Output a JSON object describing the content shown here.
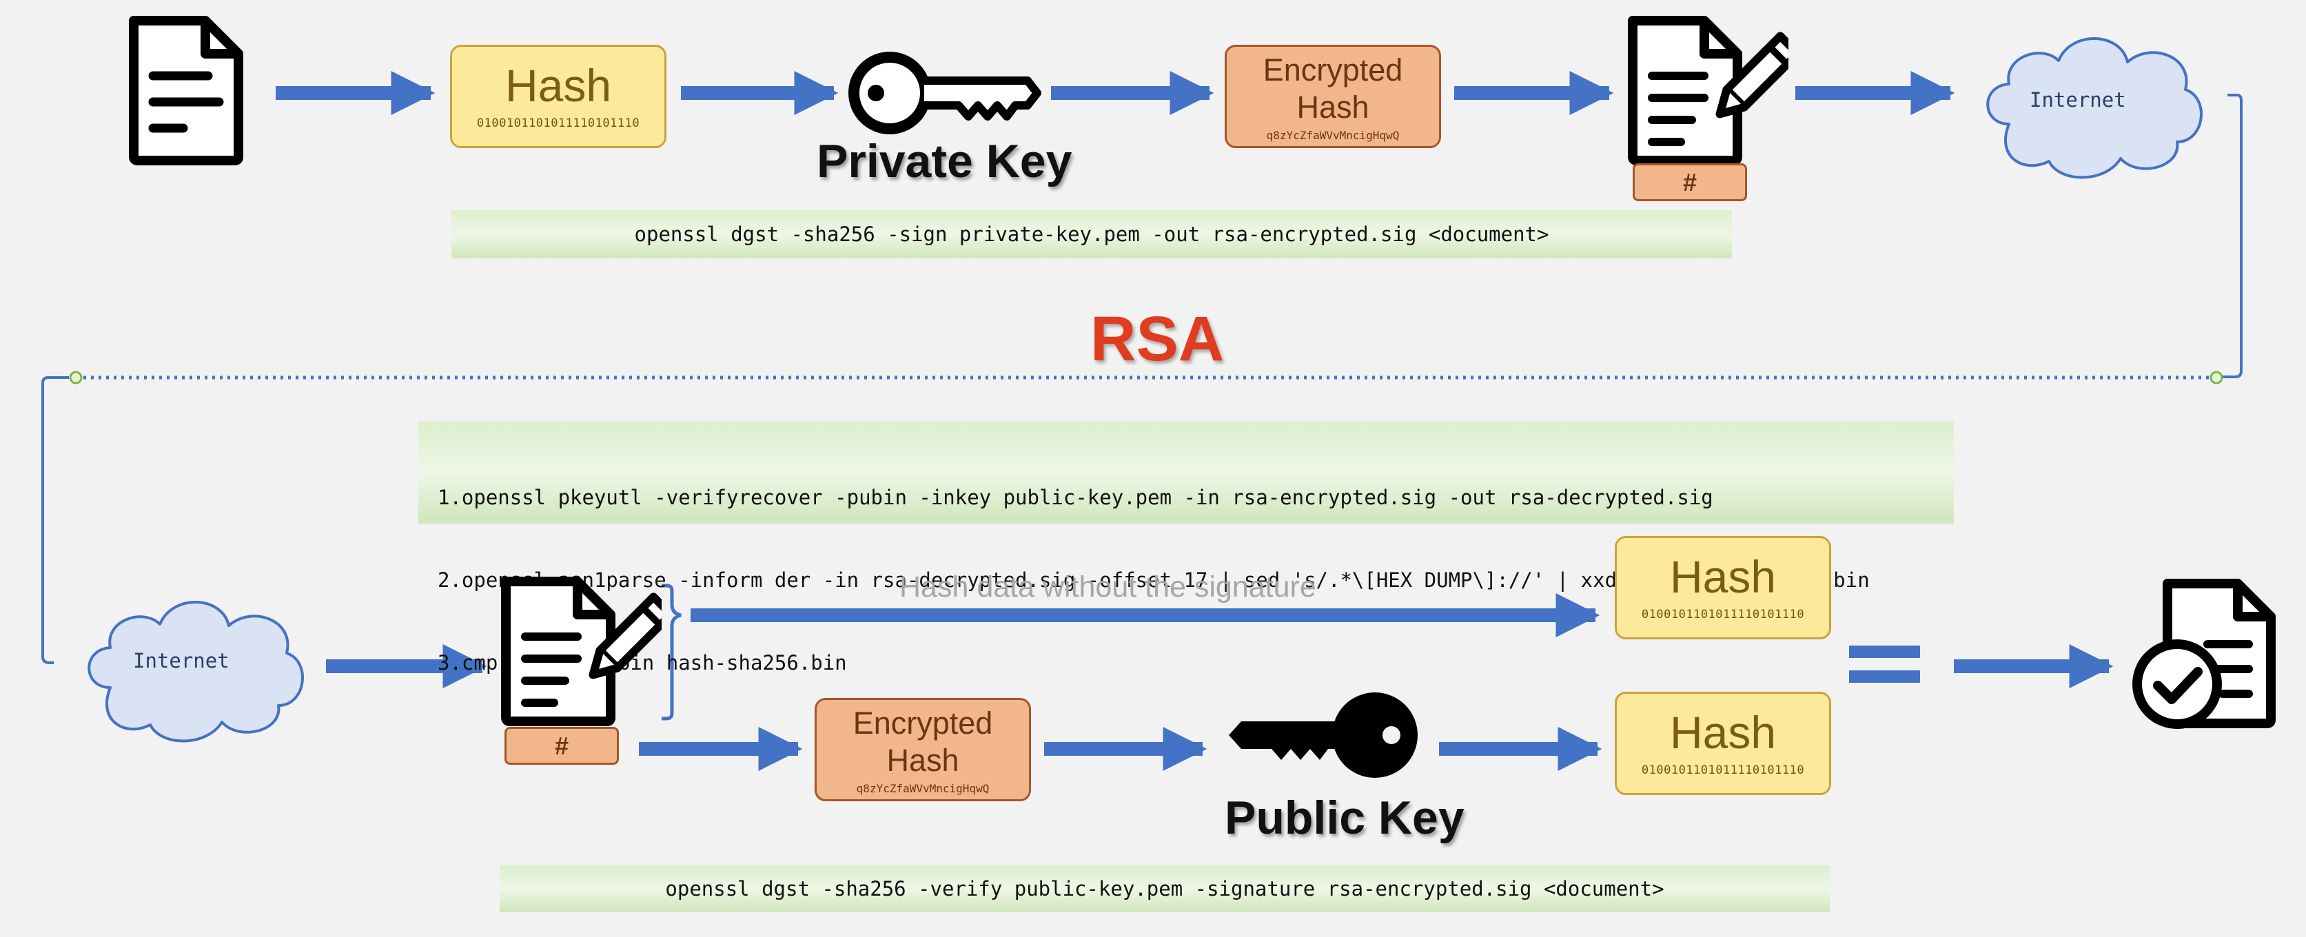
{
  "title": "RSA",
  "signing": {
    "hash_label": "Hash",
    "hash_value": "0100101101011110101110",
    "private_key_label": "Private Key",
    "encrypted_label": "Encrypted Hash",
    "encrypted_value": "q8zYcZfaWVvMncigHqwQ",
    "hash_tag": "#",
    "cloud_label": "Internet",
    "command": "openssl dgst -sha256 -sign private-key.pem -out rsa-encrypted.sig <document>"
  },
  "verify_steps": [
    "1.openssl pkeyutl -verifyrecover -pubin -inkey public-key.pem -in rsa-encrypted.sig -out rsa-decrypted.sig",
    "2.openssl asn1parse -inform der -in rsa-decrypted.sig -offset 17 | sed 's/.*\\[HEX DUMP\\]://' | xxd -r -p > new-hash.bin",
    "3.cmp new-hash.bin hash-sha256.bin"
  ],
  "verification": {
    "cloud_label": "Internet",
    "hash_tag": "#",
    "note": "Hash data without the signature",
    "hash_label": "Hash",
    "hash_value": "0100101101011110101110",
    "encrypted_label": "Encrypted Hash",
    "encrypted_value": "q8zYcZfaWVvMncigHqwQ",
    "public_key_label": "Public Key",
    "hash2_label": "Hash",
    "hash2_value": "0100101101011110101110",
    "command": "openssl dgst -sha256 -verify public-key.pem -signature rsa-encrypted.sig <document>"
  },
  "colors": {
    "arrow": "#4472c4",
    "title": "#e03c1f",
    "hash_fill": "#fde99a",
    "encrypted_fill": "#f1b78b",
    "cloud_fill": "#dae3f3"
  }
}
